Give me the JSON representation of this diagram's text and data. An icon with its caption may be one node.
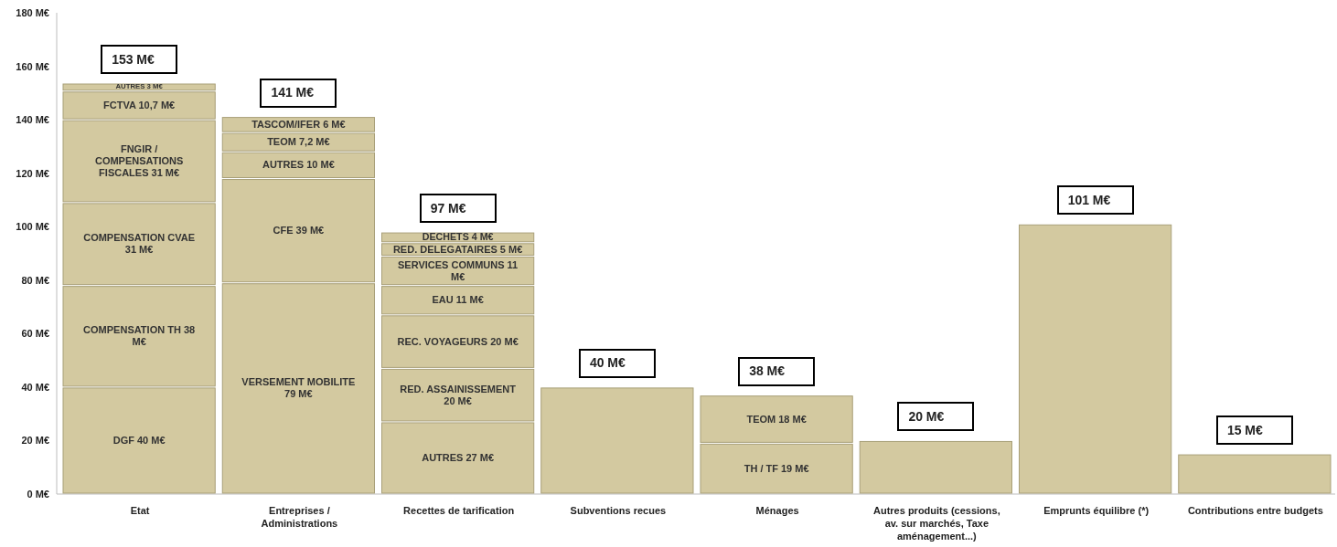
{
  "diagram": {
    "chart_data": {
      "type": "bar",
      "stacked": true,
      "orientation": "vertical",
      "categories": [
        "Etat",
        "Entreprises / Administrations",
        "Recettes de tarification",
        "Subventions recues",
        "Ménages",
        "Autres produits (cessions, av. sur marchés, Taxe aménagement...)",
        "Emprunts équilibre (*)",
        "Contributions entre budgets"
      ],
      "ylim": [
        0,
        180
      ],
      "yticks": [
        {
          "value": 0,
          "label": "0 M€"
        },
        {
          "value": 20,
          "label": "20 M€"
        },
        {
          "value": 40,
          "label": "40 M€"
        },
        {
          "value": 60,
          "label": "60 M€"
        },
        {
          "value": 80,
          "label": "80 M€"
        },
        {
          "value": 100,
          "label": "100 M€"
        },
        {
          "value": 120,
          "label": "120 M€"
        },
        {
          "value": 140,
          "label": "140 M€"
        },
        {
          "value": 160,
          "label": "160 M€"
        },
        {
          "value": 180,
          "label": "180 M€"
        }
      ],
      "series": [
        {
          "name": "DGF 40 M€",
          "color": "#d3c9a0",
          "values": [
            40,
            null,
            null,
            null,
            null,
            null,
            null,
            null
          ]
        },
        {
          "name": "COMPENSATION TH 38 M€",
          "color": "#d3c9a0",
          "values": [
            38,
            null,
            null,
            null,
            null,
            null,
            null,
            null
          ]
        },
        {
          "name": "COMPENSATION CVAE 31 M€",
          "color": "#d3c9a0",
          "values": [
            31,
            null,
            null,
            null,
            null,
            null,
            null,
            null
          ]
        },
        {
          "name": "FNGIR / COMPENSATIONS FISCALES 31 M€",
          "color": "#d3c9a0",
          "values": [
            31,
            null,
            null,
            null,
            null,
            null,
            null,
            null
          ]
        },
        {
          "name": "FCTVA 10,7 M€",
          "color": "#d3c9a0",
          "values": [
            10.7,
            null,
            null,
            null,
            null,
            null,
            null,
            null
          ]
        },
        {
          "name": "AUTRES 3 M€",
          "color": "#d3c9a0",
          "values": [
            3,
            null,
            null,
            null,
            null,
            null,
            null,
            null
          ]
        },
        {
          "name": "VERSEMENT MOBILITE 79 M€",
          "color": "#d3c9a0",
          "values": [
            null,
            79,
            null,
            null,
            null,
            null,
            null,
            null
          ]
        },
        {
          "name": "CFE 39 M€",
          "color": "#d3c9a0",
          "values": [
            null,
            39,
            null,
            null,
            null,
            null,
            null,
            null
          ]
        },
        {
          "name": "AUTRES 10 M€",
          "color": "#d3c9a0",
          "values": [
            null,
            10,
            null,
            null,
            null,
            null,
            null,
            null
          ]
        },
        {
          "name": "TEOM 7,2 M€",
          "color": "#d3c9a0",
          "values": [
            null,
            7.2,
            null,
            null,
            null,
            null,
            null,
            null
          ]
        },
        {
          "name": "TASCOM/IFER 6 M€",
          "color": "#d3c9a0",
          "values": [
            null,
            6,
            null,
            null,
            null,
            null,
            null,
            null
          ]
        },
        {
          "name": "AUTRES 27 M€",
          "color": "#d3c9a0",
          "values": [
            null,
            null,
            27,
            null,
            null,
            null,
            null,
            null
          ]
        },
        {
          "name": "RED. ASSAINISSEMENT 20 M€",
          "color": "#d3c9a0",
          "values": [
            null,
            null,
            20,
            null,
            null,
            null,
            null,
            null
          ]
        },
        {
          "name": "REC. VOYAGEURS 20 M€",
          "color": "#d3c9a0",
          "values": [
            null,
            null,
            20,
            null,
            null,
            null,
            null,
            null
          ]
        },
        {
          "name": "EAU 11 M€",
          "color": "#d3c9a0",
          "values": [
            null,
            null,
            11,
            null,
            null,
            null,
            null,
            null
          ]
        },
        {
          "name": "SERVICES COMMUNS 11 M€",
          "color": "#d3c9a0",
          "values": [
            null,
            null,
            11,
            null,
            null,
            null,
            null,
            null
          ]
        },
        {
          "name": "RED. DELEGATAIRES 5 M€",
          "color": "#d3c9a0",
          "values": [
            null,
            null,
            5,
            null,
            null,
            null,
            null,
            null
          ]
        },
        {
          "name": "DECHETS 4 M€",
          "color": "#d3c9a0",
          "values": [
            null,
            null,
            4,
            null,
            null,
            null,
            null,
            null
          ]
        },
        {
          "color": "#d3c9a0",
          "values": [
            null,
            null,
            null,
            40,
            null,
            20,
            101,
            15
          ]
        },
        {
          "name": "TH / TF 19 M€",
          "color": "#d3c9a0",
          "values": [
            null,
            null,
            null,
            null,
            19,
            null,
            null,
            null
          ]
        },
        {
          "name": "TEOM 18 M€",
          "color": "#d3c9a0",
          "values": [
            null,
            null,
            null,
            null,
            18,
            null,
            null,
            null
          ]
        }
      ],
      "annotations": [
        "153 M€",
        "141 M€",
        "97 M€",
        "40 M€",
        "38 M€",
        "20 M€",
        "101 M€",
        "15 M€"
      ]
    }
  }
}
